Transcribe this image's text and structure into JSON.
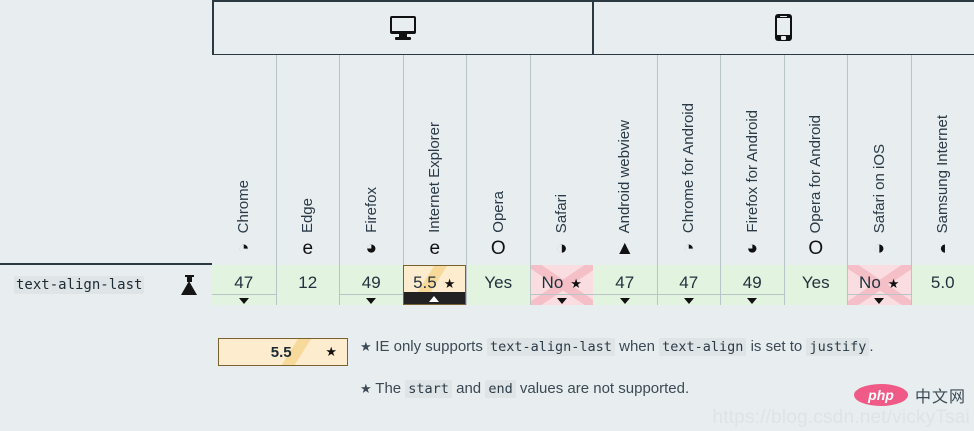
{
  "table": {
    "property": {
      "name": "text-align-last",
      "experimental_icon": "flask-icon"
    },
    "device_groups": [
      {
        "id": "desktop",
        "icon": "monitor-icon",
        "label": "Desktop"
      },
      {
        "id": "mobile",
        "icon": "phone-icon",
        "label": "Mobile / Tablet"
      }
    ],
    "desktop_browsers": [
      {
        "name": "Chrome",
        "logo": "chrome-logo-icon",
        "glyph": "◔",
        "value": "47",
        "support": "yes",
        "star": false,
        "more": true,
        "expanded": false
      },
      {
        "name": "Edge",
        "logo": "edge-logo-icon",
        "glyph": "e",
        "value": "12",
        "support": "yes",
        "star": false,
        "more": false,
        "expanded": false
      },
      {
        "name": "Firefox",
        "logo": "firefox-logo-icon",
        "glyph": "◕",
        "value": "49",
        "support": "yes",
        "star": false,
        "more": true,
        "expanded": false
      },
      {
        "name": "Internet Explorer",
        "logo": "ie-logo-icon",
        "glyph": "e",
        "value": "5.5",
        "support": "partial",
        "star": true,
        "more": true,
        "expanded": true
      },
      {
        "name": "Opera",
        "logo": "opera-logo-icon",
        "glyph": "O",
        "value": "Yes",
        "support": "yes",
        "star": false,
        "more": false,
        "expanded": false
      },
      {
        "name": "Safari",
        "logo": "safari-logo-icon",
        "glyph": "◑",
        "value": "No",
        "support": "no",
        "star": true,
        "more": true,
        "expanded": false
      }
    ],
    "mobile_browsers": [
      {
        "name": "Android webview",
        "logo": "android-logo-icon",
        "glyph": "▲",
        "value": "47",
        "support": "yes",
        "star": false,
        "more": true,
        "expanded": false
      },
      {
        "name": "Chrome for Android",
        "logo": "chrome-logo-icon",
        "glyph": "◔",
        "value": "47",
        "support": "yes",
        "star": false,
        "more": true,
        "expanded": false
      },
      {
        "name": "Firefox for Android",
        "logo": "firefox-logo-icon",
        "glyph": "◕",
        "value": "49",
        "support": "yes",
        "star": false,
        "more": true,
        "expanded": false
      },
      {
        "name": "Opera for Android",
        "logo": "opera-logo-icon",
        "glyph": "O",
        "value": "Yes",
        "support": "yes",
        "star": false,
        "more": false,
        "expanded": false
      },
      {
        "name": "Safari on iOS",
        "logo": "safari-logo-icon",
        "glyph": "◑",
        "value": "No",
        "support": "no",
        "star": true,
        "more": true,
        "expanded": false
      },
      {
        "name": "Samsung Internet",
        "logo": "samsung-logo-icon",
        "glyph": "◖",
        "value": "5.0",
        "support": "yes",
        "star": false,
        "more": false,
        "expanded": false
      }
    ]
  },
  "detail": {
    "chip": {
      "version": "5.5",
      "star": "★"
    },
    "notes": [
      {
        "bullet": "★",
        "parts": [
          {
            "t": "text",
            "v": "IE only supports "
          },
          {
            "t": "code",
            "v": "text-align-last"
          },
          {
            "t": "text",
            "v": " when "
          },
          {
            "t": "code",
            "v": "text-align"
          },
          {
            "t": "text",
            "v": " is set to "
          },
          {
            "t": "code",
            "v": "justify"
          },
          {
            "t": "text",
            "v": "."
          }
        ],
        "plain": "★ IE only supports text-align-last when text-align is set to justify."
      },
      {
        "bullet": "★",
        "parts": [
          {
            "t": "text",
            "v": "The "
          },
          {
            "t": "code",
            "v": "start"
          },
          {
            "t": "text",
            "v": " and "
          },
          {
            "t": "code",
            "v": "end"
          },
          {
            "t": "text",
            "v": " values are not supported."
          }
        ],
        "plain": "★ The start and end values are not supported."
      }
    ]
  },
  "watermark": {
    "url": "https://blog.csdn.net/vickyTsai",
    "logo_text": "php",
    "logo_suffix": "中文网"
  },
  "colors": {
    "page_bg": "#e8edef",
    "yes": "#e2f3e0",
    "no": "#fadde0",
    "partial": "#fdeccd",
    "rule": "#2b3a42"
  }
}
